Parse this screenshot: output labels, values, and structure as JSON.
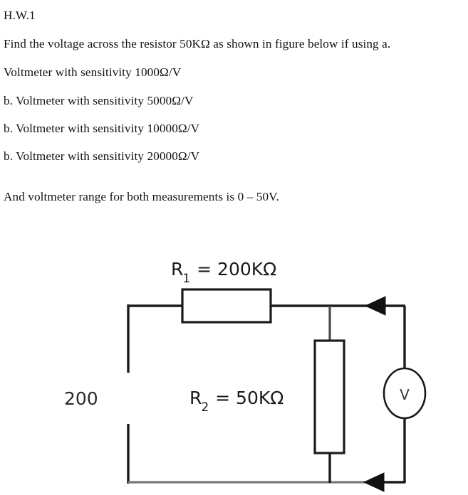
{
  "document": {
    "title": "H.W.1",
    "lines": [
      "H.W.1",
      "Find the voltage across the resistor 50KΩ as shown in figure below if using a.",
      "Voltmeter with sensitivity 1000Ω/V",
      "b. Voltmeter with sensitivity 5000Ω/V",
      "b. Voltmeter with sensitivity 10000Ω/V",
      "b. Voltmeter with sensitivity 20000Ω/V",
      "And voltmeter range for both measurements is 0 – 50V."
    ]
  },
  "circuit": {
    "source_label": "200",
    "r1": {
      "symbol": "R",
      "subscript": "1",
      "equals": " = ",
      "value": "200KΩ",
      "full_label": "R₁ = 200KΩ"
    },
    "r2": {
      "symbol": "R",
      "subscript": "2",
      "equals": " = ",
      "value": "50KΩ",
      "full_label": "R₂ = 50KΩ"
    },
    "voltmeter": {
      "label": "V"
    },
    "colors": {
      "wire": "#1b1b1b",
      "background": "#ffffff",
      "text": "#121212"
    }
  }
}
